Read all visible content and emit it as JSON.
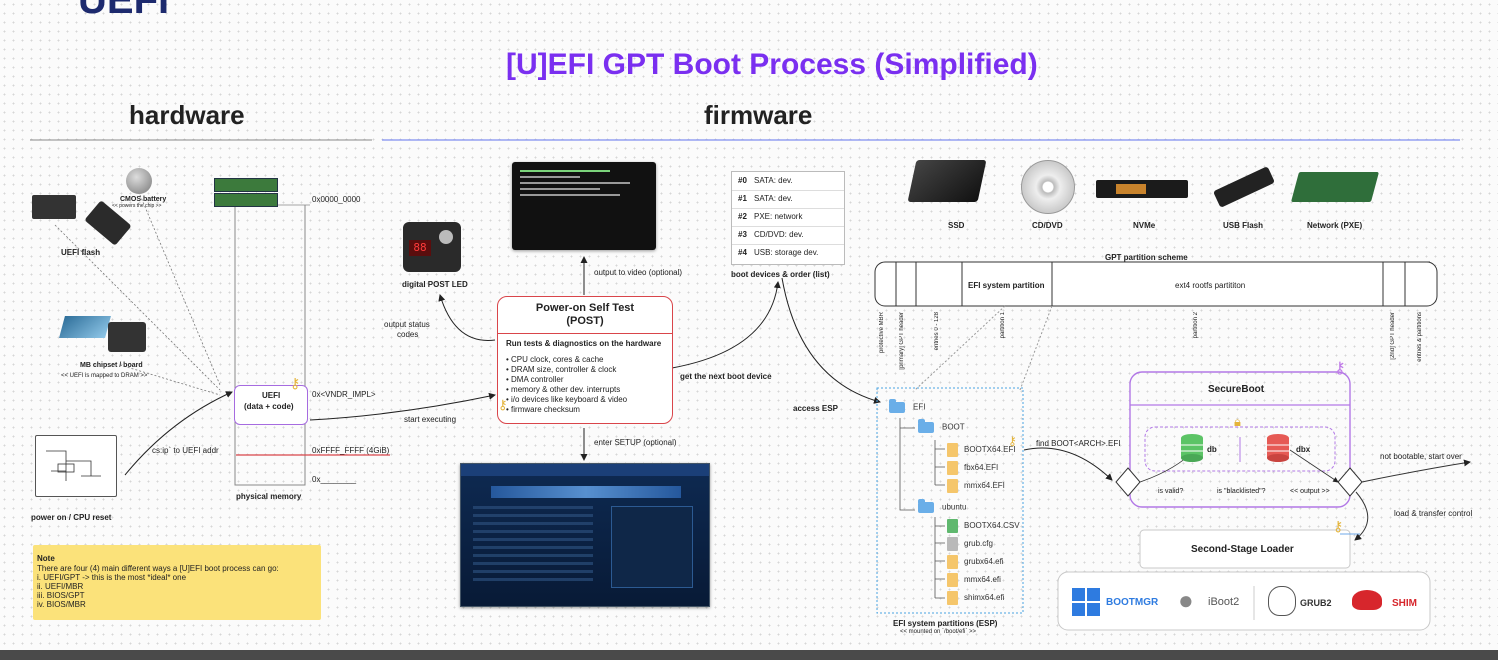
{
  "header": {
    "corner_title": "UEFI"
  },
  "diagram": {
    "title": "[U]EFI GPT Boot Process (Simplified)",
    "sections": {
      "hardware": "hardware",
      "firmware": "firmware"
    },
    "hardware": {
      "cmos_label": "CMOS battery",
      "cmos_sub": "<< powers the chip >>",
      "uefi_flash": "UEFI flash",
      "chipset": "MB chipset / board",
      "chipset_sub": "<< UEFI is mapped to DRAM >>",
      "power": "power on / CPU reset",
      "cs_ip": "cs:ip` to UEFI addr",
      "physical_memory": "physical memory",
      "uefi_box_title": "UEFI",
      "uefi_box_sub": "(data + code)",
      "addr_top": "0x0000_0000",
      "addr_vndr": "0x<VNDR_IMPL>",
      "addr_4gb": "0xFFFF_FFFF (4GiB)",
      "addr_end": "0x________"
    },
    "note": {
      "title": "Note",
      "lines": [
        "There are four (4) main different ways a [U]EFI boot process can go:",
        "i. UEFI/GPT -> this is the most *ideal* one",
        "ii. UEFI/MBR",
        "iii. BIOS/GPT",
        "iv. BIOS/MBR"
      ]
    },
    "post": {
      "title_line1": "Power-on Self Test",
      "title_line2": "(POST)",
      "subtitle": "Run tests & diagnostics on the hardware",
      "items": [
        "CPU clock, cores & cache",
        "DRAM size, controller & clock",
        "DMA controller",
        "memory & other dev. interrupts",
        "i/o devices like keyboard & video",
        "firmware checksum"
      ],
      "digital_led": "digital POST LED",
      "output_status": "output status",
      "output_status2": "codes",
      "start_executing": "start executing",
      "output_video": "output to video (optional)",
      "enter_setup": "enter SETUP (optional)",
      "get_next_boot": "get the next boot device",
      "access_esp": "access ESP"
    },
    "boot_devices": {
      "rows": [
        {
          "id": "#0",
          "label": "SATA: dev."
        },
        {
          "id": "#1",
          "label": "SATA: dev."
        },
        {
          "id": "#2",
          "label": "PXE: network"
        },
        {
          "id": "#3",
          "label": "CD/DVD: dev."
        },
        {
          "id": "#4",
          "label": "USB: storage dev."
        }
      ],
      "caption": "boot devices & order (list)"
    },
    "devices": [
      "SSD",
      "CD/DVD",
      "NVMe",
      "USB Flash",
      "Network (PXE)"
    ],
    "gpt": {
      "scheme": "GPT partition scheme",
      "efi_partition": "EFI system partition",
      "rootfs": "ext4 rootfs partititon",
      "vert_labels": [
        "protective MBR",
        "[primary] GPT header",
        "entries 0 - 128",
        "partition 1",
        "partition 2",
        "[2nd] GPT header",
        "entries & partitions"
      ]
    },
    "esp": {
      "tree": [
        {
          "name": "EFI",
          "kind": "folder",
          "level": 0
        },
        {
          "name": "BOOT",
          "kind": "folder",
          "level": 1
        },
        {
          "name": "BOOTX64.EFI",
          "kind": "file",
          "level": 2
        },
        {
          "name": "fbx64.EFI",
          "kind": "file",
          "level": 2
        },
        {
          "name": "mmx64.EFI",
          "kind": "file",
          "level": 2
        },
        {
          "name": "ubuntu",
          "kind": "folder",
          "level": 1
        },
        {
          "name": "BOOTX64.CSV",
          "kind": "file-g",
          "level": 2
        },
        {
          "name": "grub.cfg",
          "kind": "file-gr",
          "level": 2
        },
        {
          "name": "grubx64.efi",
          "kind": "file",
          "level": 2
        },
        {
          "name": "mmx64.efi",
          "kind": "file",
          "level": 2
        },
        {
          "name": "shimx64.efi",
          "kind": "file",
          "level": 2
        }
      ],
      "caption": "EFI system partitions (ESP)",
      "caption_sub": "<< mounted on `/boot/efi` >>",
      "find_label": "find BOOT<ARCH>.EFI"
    },
    "secureboot": {
      "title": "SecureBoot",
      "db": "db",
      "dbx": "dbx",
      "is_valid": "is valid?",
      "blacklisted": "is \"blacklisted\"?",
      "output": "<< output >>",
      "not_bootable": "not bootable, start over",
      "load_transfer": "load & transfer control"
    },
    "second_stage": {
      "title": "Second-Stage Loader",
      "loaders": [
        "BOOTMGR",
        "iBoot2",
        "GRUB2",
        "SHIM"
      ]
    },
    "colors": {
      "title": "#7a2ff0",
      "accent_red": "#d9454a",
      "purple": "#a66be0",
      "blue": "#3d8be8",
      "note": "#fbe27a"
    }
  }
}
